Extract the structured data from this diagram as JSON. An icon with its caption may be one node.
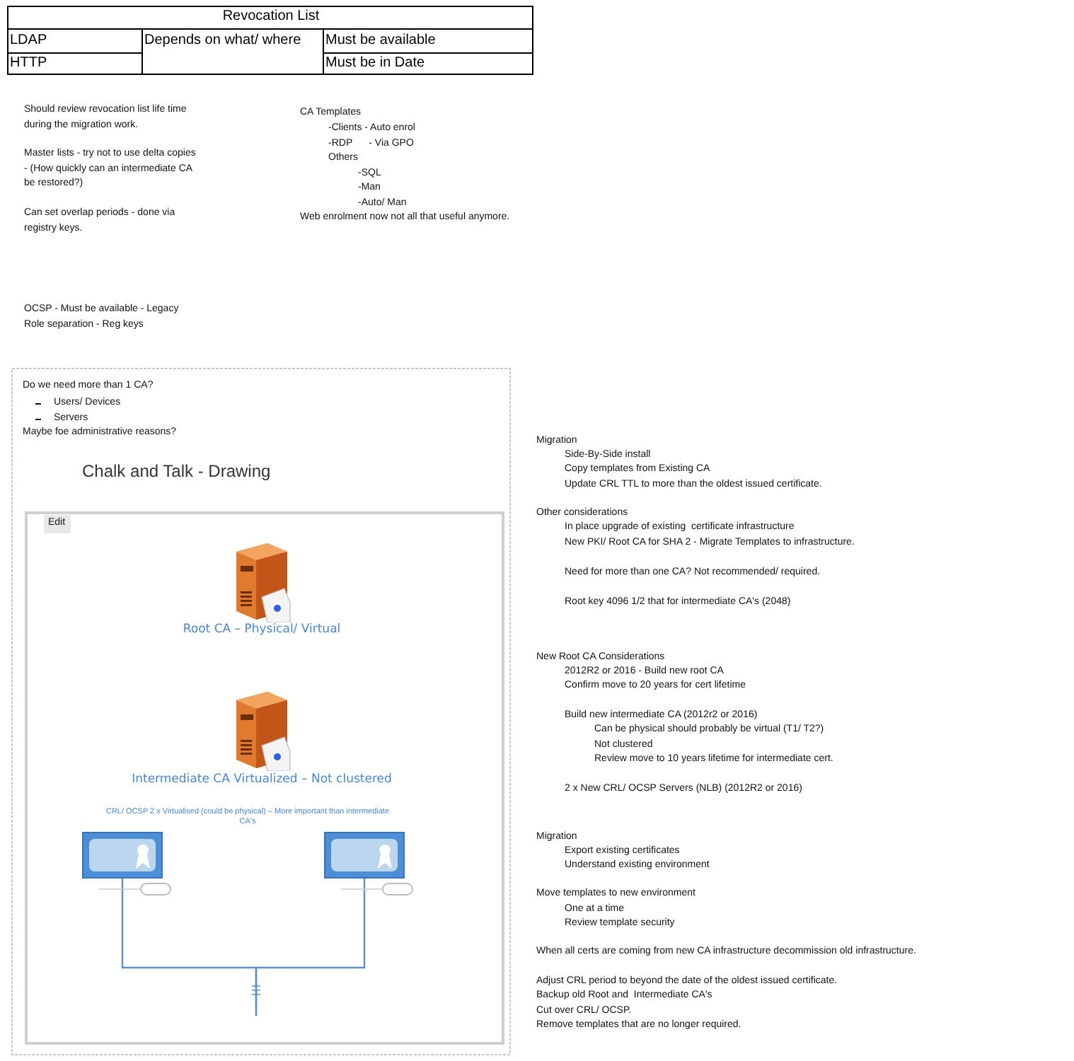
{
  "diagram": {
    "nodes": [
      {
        "text": [],
        "shape": "picture",
        "beside": [
          "Root CA – Physical/ Virtual"
        ]
      },
      {
        "text": [],
        "shape": "picture",
        "beside": [
          "Intermediate CA Virtualized – Not clustered"
        ]
      },
      {
        "text": [],
        "shape": "picture"
      },
      {
        "text": [],
        "shape": "picture"
      }
    ],
    "edges": [
      {
        "from": 2,
        "to": null,
        "arrow": "none"
      },
      {
        "from": 3,
        "to": null,
        "arrow": "none"
      }
    ],
    "labels": [
      "Revocation List",
      "LDAP",
      "Depends on what/ where",
      "Must be available",
      "HTTP",
      "Must be in Date",
      "Should review revocation list life time during the migration work.",
      "Master lists - try not to use delta copies - (How quickly can an intermediate CA be restored?)",
      "Can set overlap periods - done via registry keys.",
      "OCSP - Must be available - Legacy",
      "Role separation - Reg keys",
      "CA Templates",
      "-Clients - Auto enrol",
      "-RDP      - Via GPO",
      "Others",
      "-SQL",
      "-Man",
      "-Auto/ Man",
      "Web enrolment now not all that useful anymore.",
      "Do we need more than 1 CA?",
      "Users/ Devices",
      "Servers",
      "Maybe foe administrative reasons?",
      "Chalk and Talk - Drawing",
      "Edit",
      "CRL/ OCSP 2 x Virtualised (could be physical) – More important than intermediate CA's",
      "Migration",
      "Side-By-Side install",
      "Copy templates from Existing CA",
      "Update CRL TTL to more than the oldest issued certificate.",
      "Other considerations",
      "In place upgrade of existing  certificate infrastructure",
      "New PKI/ Root CA for SHA 2 - Migrate Templates to infrastructure.",
      "Need for more than one CA? Not recommended/ required.",
      "Root key 4096 1/2 that for intermediate CA's (2048)",
      "New Root CA Considerations",
      "2012R2 or 2016 - Build new root CA",
      "Confirm move to 20 years for cert lifetime",
      "Build new intermediate CA (2012r2 or 2016)",
      "Can be physical should probably be virtual (T1/ T2?)",
      "Not clustered",
      "Review move to 10 years lifetime for intermediate cert.",
      "2 x New CRL/ OCSP Servers (NLB) (2012R2 or 2016)",
      "Migration",
      "Export existing certificates",
      "Understand existing environment",
      "Move templates to new environment",
      "One at a time",
      "Review template security",
      "When all certs are coming from new CA infrastructure decommission old infrastructure.",
      "Adjust CRL period to beyond the date of the oldest issued certificate.",
      "Backup old Root and  Intermediate CA's",
      "Cut over CRL/ OCSP.",
      "Remove templates that are no longer required."
    ]
  }
}
